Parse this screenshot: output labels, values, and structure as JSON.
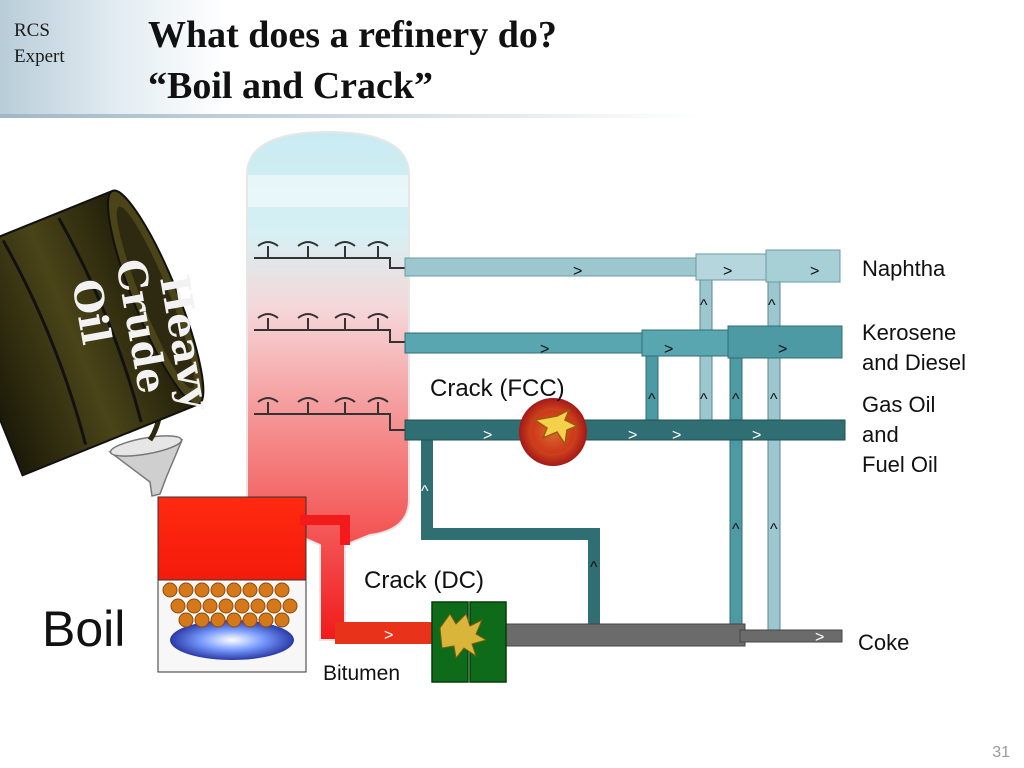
{
  "brand": {
    "line1": "RCS",
    "line2": "Expert"
  },
  "title": {
    "line1": "What does a refinery do?",
    "line2": "“Boil and Crack”"
  },
  "barrel": {
    "text_line1": "Heavy",
    "text_line2": "Crude",
    "text_line3": "Oil",
    "color": "#2e2a12"
  },
  "labels": {
    "naphtha": "Naphtha",
    "kerosene_line1": "Kerosene",
    "kerosene_line2": "and Diesel",
    "gasoil_line1": "Gas Oil",
    "gasoil_line2": "and",
    "gasoil_line3": "Fuel Oil",
    "coke": "Coke",
    "bitumen": "Bitumen",
    "crack_fcc": "Crack (FCC)",
    "crack_dc": "Crack (DC)",
    "boil": "Boil"
  },
  "arrows": {
    "right": ">",
    "up": "^"
  },
  "colors": {
    "naphtha_pipe": "#8fbfc9",
    "kerosene_pipe": "#4d9aa5",
    "gasoil_pipe": "#2f6f74",
    "coke_pipe": "#6b6b6b",
    "bitumen_pipe": "#e8321a",
    "furnace": "#ff1a0a"
  },
  "page_number": "31"
}
